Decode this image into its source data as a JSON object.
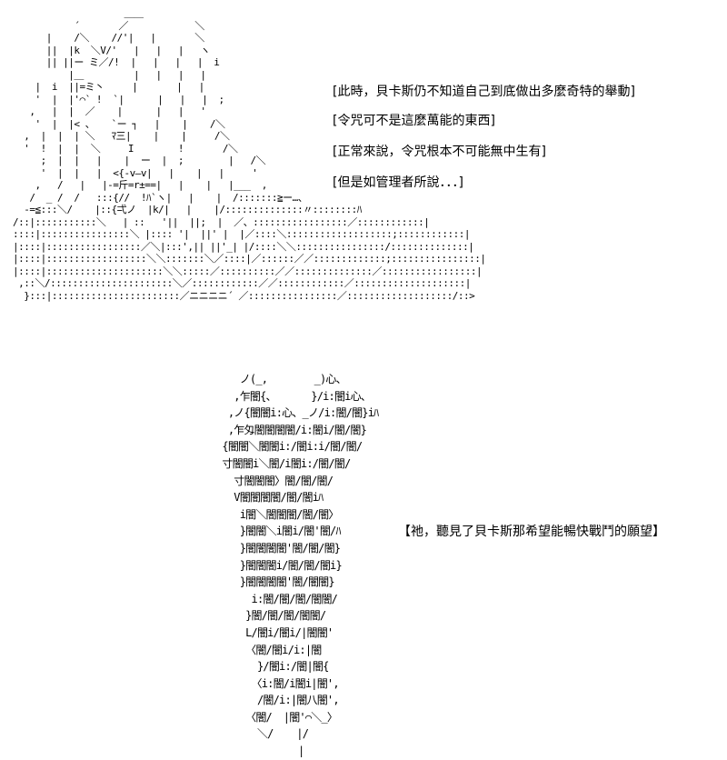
{
  "captions": {
    "line1": "[此時，貝卡斯仍不知道自己到底做出多麼奇特的舉動]",
    "line2": "[令咒可不是這麼萬能的東西]",
    "line3": "[正常來說，令咒根本不可能無中生有]",
    "line4": "[但是如管理者所說．．．]",
    "line5": "【祂，聽見了貝卡斯那希望能暢快戰鬥的願望】"
  },
  "art": {
    "top": "                    ＿＿\n           ´       ／            ＼\n      |    /＼    //'|   |       ＼\n      ||  |k  ＼V/'   |   |   |   ヽ\n      || ||ー ミ／/!  |   |   |   |  i\n          |＿         |   |   |   |\n    |  i  ||=ミ丶     |       |   |\n    '  |  |'⌒` !  `|      |   |   |  ;\n   ,   |  |  ／    |      |   |   '\n    '  |  |< 、   `ー ┐   |    |    /＼\n  ,  |  |  | ＼   ﾏ三|    |    |     /＼\n  '  !  |  |  ＼     I        !       /＼\n     ;  |  |   |    |  ー  |  ;        |   /＼\n     '  |  |   |  <{-v―v|   |    |   |     '\n    ,   /   |   |-=斤=r±==|   |    |   |___  ,\n   /  _ /  /   :::{//  !ﾊ`ヽ|   |    |  /:::::::≧ー…、\n  -=≦:::＼/    |::{弌ノ  |k/|   |    |/::::::::::::::〃::::::::ﾊ\n/::|:::::::::::＼   | ::   '||  ||;  |  ／、:::::::::::::::::／::::::::::::|\n::::|::::::::::::::::＼ |:::: '|  ||' |  |／::::＼:::::::::::::::::::;::::::::::::|\n|::::|:::::::::::::::::／＼|:::',|| ||'_| |/::::＼＼::::::::::::::::/::::::::::::::|\n|::::|::::::::::::::::::＼＼:::::::＼／::::|／::::::／／:::::::::::::;::::::::::::::::|\n|::::|:::::::::::::::::::::＼＼:::::／::::::::::／／::::::::::::::／:::::::::::::::::|\n ,::＼/::::::::::::::::::::::＼／::::::::::::／／::::::::::::／::::::::::::::::::::|\n  }:::|:::::::::::::::::::::::／ニニニニ´ ／::::::::::::::::／:::::::::::::::::::/::>",
    "bottom": "    ノ(_,        _)心、\n   ,乍闇{、      }/i:闇i心、\n  ,ノ{闇闇i:心、_ノ/i:闇/闇}iﾊ\n  ,乍匁闇闇闇闇/i:闇i/闇/闇}\n {闇闇＼闇闇i:/闇i:i/闇/闇/\n 寸闇闇i＼闇/i闇i:/闇/闇/\n   寸闇闇闇〉闇/闇/闇/\n   V闇闇闇闇/闇/闇iﾊ\n    i闇＼闇闇闇/闇/闇〉\n    }闇闇＼i闇i/闇'闇/ﾊ\n    }闇闇闇闇'闇/闇/闇}\n    }闇闇闇i/闇/闇/闇i}\n    }闇闇闇闇'闇/闇闇}\n      i:闇/闇/闇/闇闇/\n     }闇/闇/闇/闇闇/\n     L/闇i/闇i/|闇闇'\n     〈闇/闇i/i:|闇\n       }/闇i:/闇|闇{\n      〈i:闇/i闇i|闇',\n       /闇/i:|闇八闇',\n     〈闇/  |闇'⌒＼_〉\n       ＼/    |/\n              |"
  }
}
